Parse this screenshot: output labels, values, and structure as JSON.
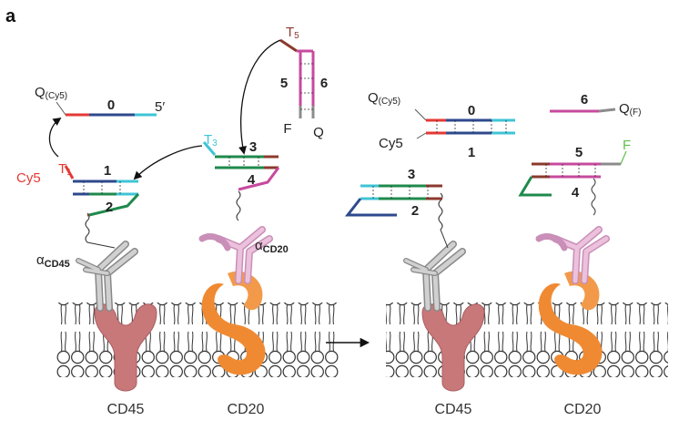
{
  "panel_label": "a",
  "colors": {
    "red": "#e53935",
    "blue": "#2e4a8c",
    "cyan": "#3fc4d6",
    "green": "#1f8a4c",
    "brown": "#8b3a2e",
    "magenta": "#c74a9e",
    "gray": "#8c8c8c",
    "lightgreen": "#5fbf4a",
    "cd45": "#c9787a",
    "cd20": "#ef8a32",
    "antibody_gray": "#b8b8b8",
    "antibody_pink": "#e0a8cc"
  },
  "left": {
    "strand0": {
      "quencher": "Q",
      "quencher_sub": "(Cy5)",
      "number": "0",
      "end_label": "5′"
    },
    "toehold1": {
      "label": "T",
      "sub": "1",
      "dye": "Cy5"
    },
    "duplex12": {
      "top_number": "1",
      "bottom_number": "2"
    },
    "toehold3": {
      "label": "T",
      "sub": "3"
    },
    "duplex34": {
      "top_number": "3",
      "bottom_number": "4"
    },
    "hairpin56": {
      "toehold": "T",
      "toehold_sub": "5",
      "left_number": "5",
      "right_number": "6",
      "fluor": "F",
      "quencher": "Q"
    },
    "ab_cd45": {
      "label": "α",
      "sub": "CD45"
    },
    "ab_cd20": {
      "label": "α",
      "sub": "CD20"
    },
    "protein_cd45": "CD45",
    "protein_cd20": "CD20"
  },
  "right": {
    "duplex01": {
      "quencher": "Q",
      "quencher_sub": "(Cy5)",
      "top_number": "0",
      "dye": "Cy5",
      "bottom_number": "1"
    },
    "strand6": {
      "number": "6",
      "quencher": "Q",
      "quencher_sub": "(F)"
    },
    "duplex32": {
      "top_number": "3",
      "bottom_number": "2"
    },
    "duplex54": {
      "top_number": "5",
      "bottom_number": "4",
      "fluor": "F"
    },
    "protein_cd45": "CD45",
    "protein_cd20": "CD20"
  }
}
